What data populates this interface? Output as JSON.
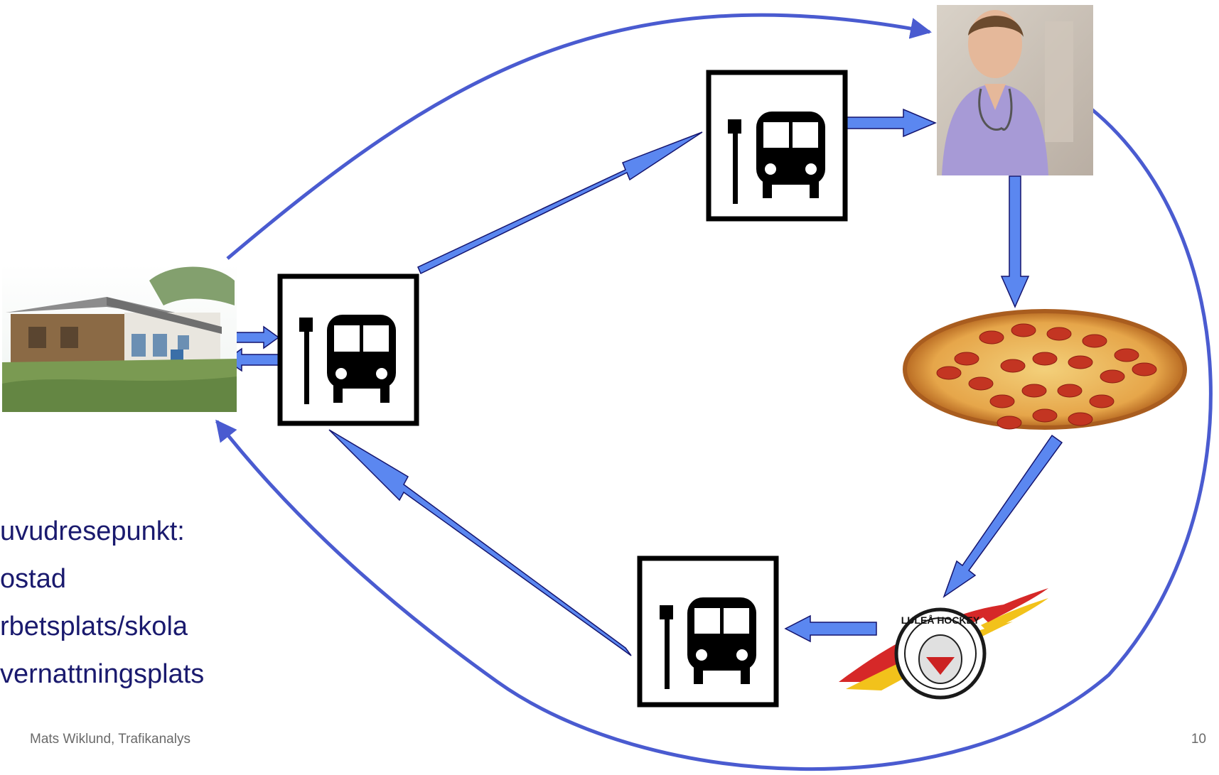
{
  "legend": {
    "heading": "uvudresepunkt:",
    "items": [
      "ostad",
      "rbetsplats/skola",
      "vernattningsplats"
    ]
  },
  "footer": {
    "author": "Mats Wiklund, Trafikanalys",
    "page_number": "10"
  },
  "logo_text": "LULEÅ HOCKEY",
  "icons": {
    "home": "house-photo",
    "work": "nurse-photo",
    "food": "pizza-photo",
    "leisure": "hockey-club-logo",
    "stop": "bus-stop-icon"
  },
  "colors": {
    "curve": "#4a5bd0",
    "arrow_fill": "#5b87f0",
    "arrow_stroke": "#14146e",
    "text": "#1a1a6e",
    "footer": "#6a6a6a"
  }
}
